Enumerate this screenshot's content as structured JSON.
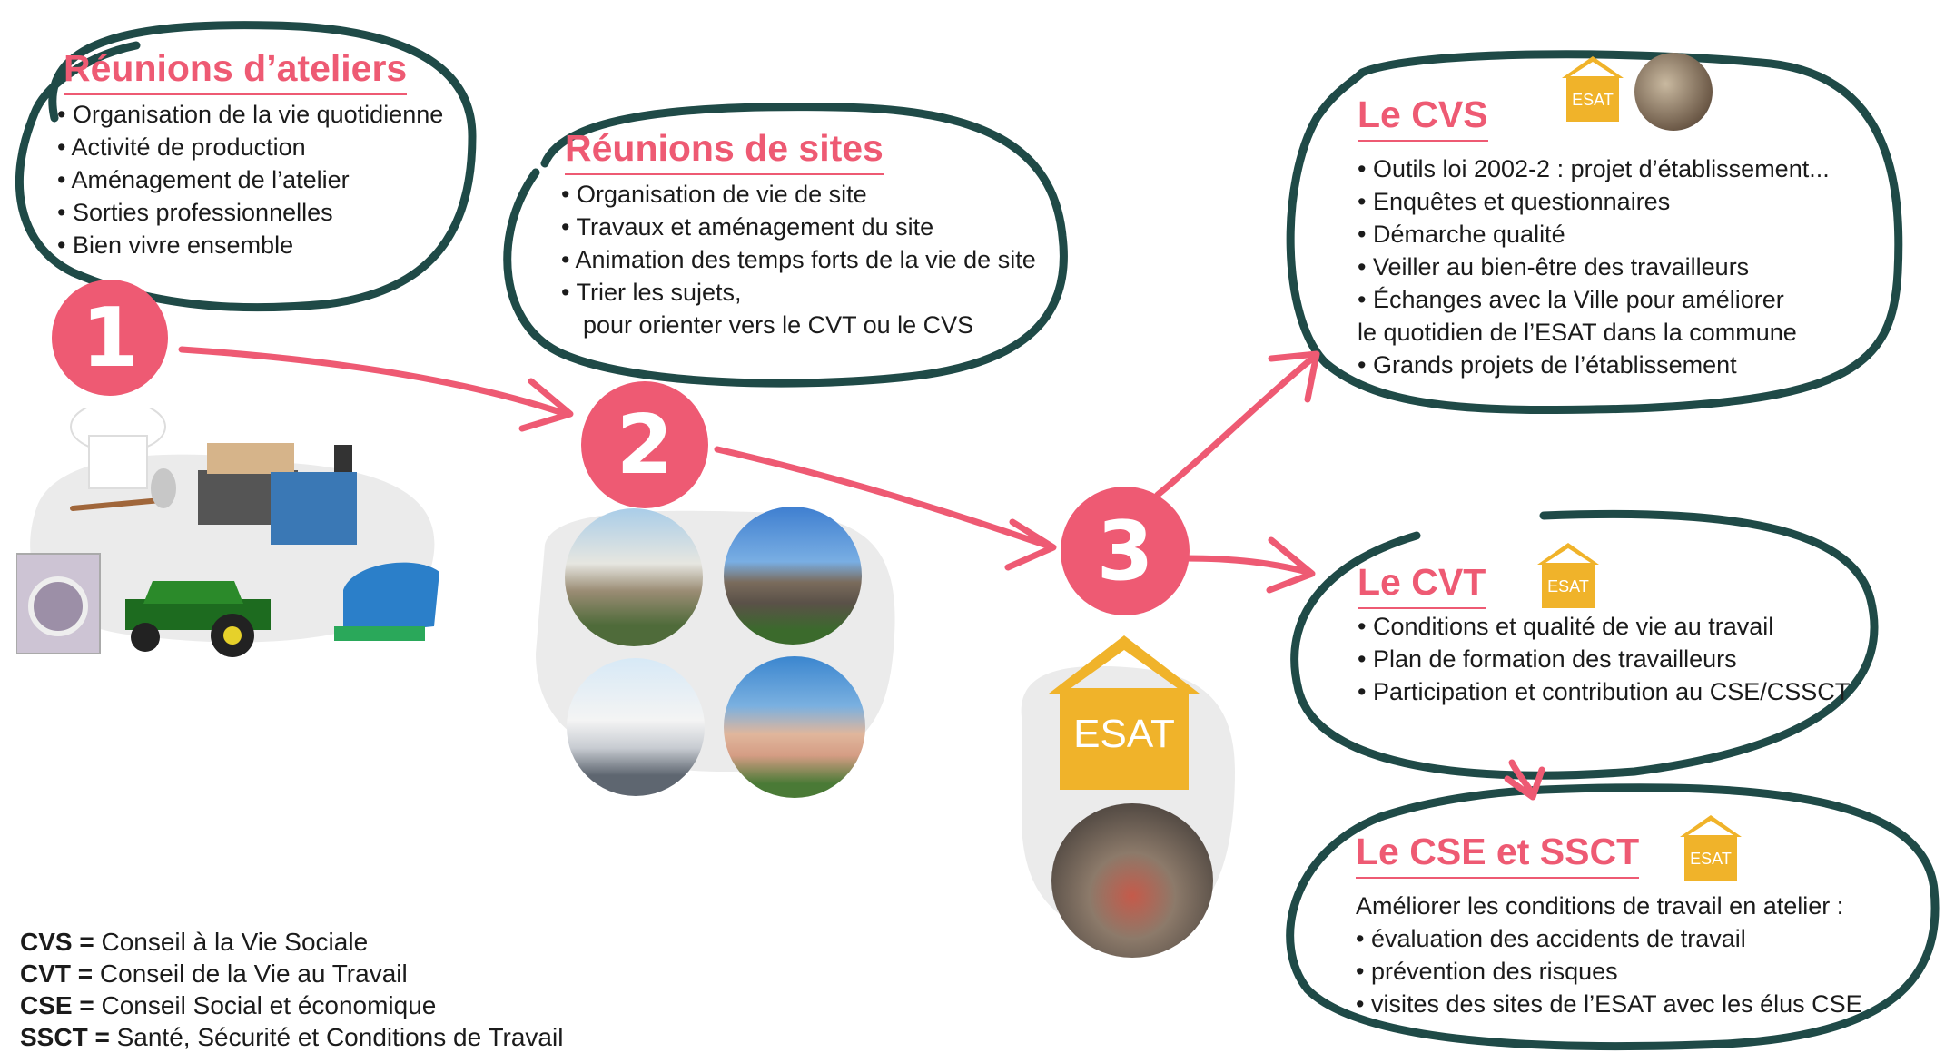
{
  "colors": {
    "accent": "#ee5a73",
    "bubble_stroke": "#1f4a47",
    "esat": "#f0b32a",
    "bg_blob": "#ebebeb"
  },
  "bubble1": {
    "title": "Réunions d’ateliers",
    "items": [
      "Organisation de la vie quotidienne",
      "Activité de production",
      "Aménagement de l’atelier",
      "Sorties professionnelles",
      "Bien vivre ensemble"
    ]
  },
  "bubble2": {
    "title": "Réunions de sites",
    "items": [
      "Organisation de vie de site",
      "Travaux et aménagement du site",
      "Animation des temps forts de la vie de site",
      "Trier les sujets,"
    ],
    "continuation": "pour orienter vers le CVT ou le CVS"
  },
  "cvs": {
    "title": "Le CVS",
    "items": [
      "Outils loi 2002-2 : projet d’établissement...",
      "Enquêtes et questionnaires",
      "Démarche qualité",
      "Veiller au bien-être des travailleurs",
      "Échanges avec la Ville pour améliorer"
    ],
    "continuation": "le quotidien de l’ESAT dans la commune",
    "last_item": "Grands projets de l’établissement"
  },
  "cvt": {
    "title": "Le CVT",
    "items": [
      "Conditions et qualité de vie au travail",
      "Plan de formation des travailleurs",
      "Participation et contribution au CSE/CSSCT"
    ]
  },
  "cse": {
    "title": "Le CSE et SSCT",
    "intro": "Améliorer les conditions de travail en atelier :",
    "items": [
      "évaluation des accidents de travail",
      "prévention des risques",
      "visites des sites de l’ESAT avec les élus CSE"
    ]
  },
  "steps": {
    "one": "1",
    "two": "2",
    "three": "3"
  },
  "esat_label": "ESAT",
  "glossary": [
    {
      "abbr": "CVS =",
      "def": "Conseil à la Vie Sociale"
    },
    {
      "abbr": "CVT =",
      "def": "Conseil de la Vie au Travail"
    },
    {
      "abbr": "CSE =",
      "def": "Conseil Social et économique"
    },
    {
      "abbr": "SSCT =",
      "def": "Santé, Sécurité et Conditions de Travail"
    }
  ]
}
